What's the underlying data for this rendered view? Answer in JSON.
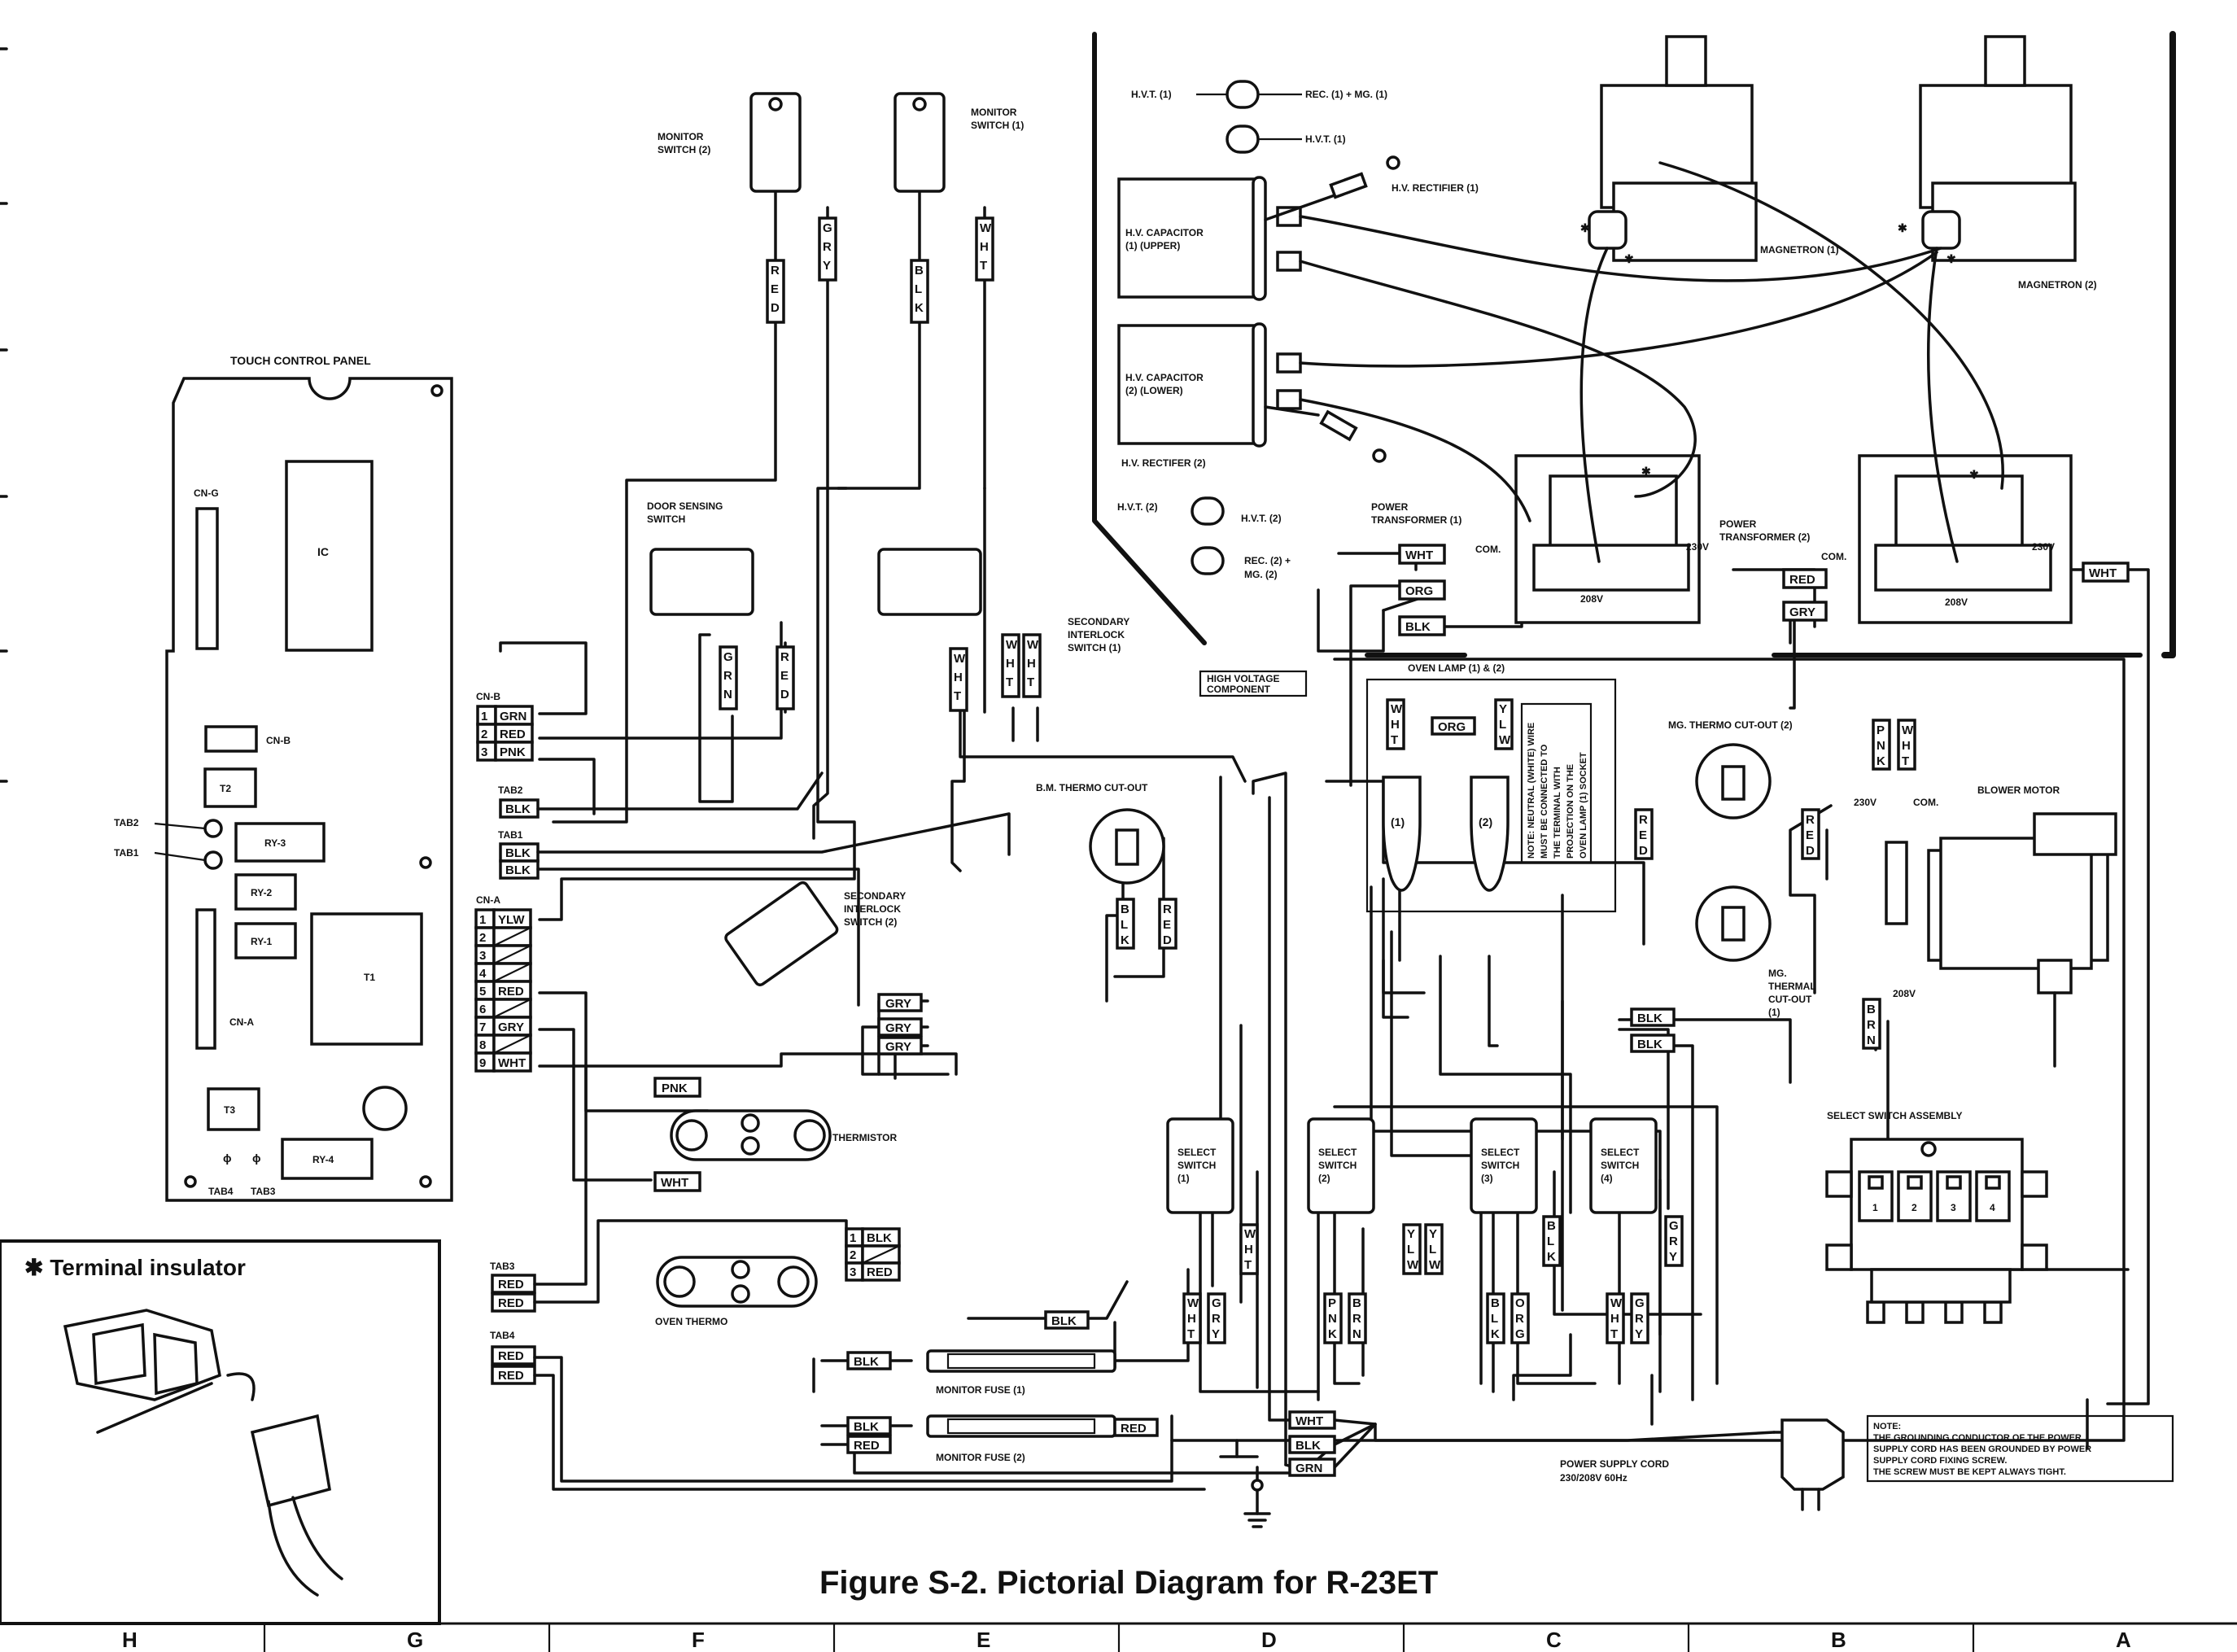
{
  "caption": "Figure S-2.  Pictorial Diagram for R-23ET",
  "labels": {
    "touch_control_panel": "TOUCH CONTROL PANEL",
    "ic": "IC",
    "cn_g": "CN-G",
    "cn_b_board": "CN-B",
    "t2": "T2",
    "tab2": "TAB2",
    "tab1": "TAB1",
    "ry3": "RY-3",
    "ry2": "RY-2",
    "ry1": "RY-1",
    "t1": "T1",
    "cn_a_board": "CN-A",
    "t3": "T3",
    "ry4": "RY-4",
    "tab4": "TAB4",
    "tab3": "TAB3",
    "monitor_switch_2": [
      "MONITOR",
      "SWITCH (2)"
    ],
    "monitor_switch_1": [
      "MONITOR",
      "SWITCH (1)"
    ],
    "door_sensing_switch": [
      "DOOR SENSING",
      "SWITCH"
    ],
    "secondary_interlock_1": [
      "SECONDARY",
      "INTERLOCK",
      "SWITCH (1)"
    ],
    "secondary_interlock_2": [
      "SECONDARY",
      "INTERLOCK",
      "SWITCH (2)"
    ],
    "bm_thermo": "B.M. THERMO CUT-OUT",
    "thermistor": "THERMISTOR",
    "oven_thermo": "OVEN THERMO",
    "monitor_fuse_1": "MONITOR FUSE (1)",
    "monitor_fuse_2": "MONITOR FUSE (2)",
    "oven_lamp": "OVEN LAMP (1) & (2)",
    "lamp_1": "(1)",
    "lamp_2": "(2)",
    "lamp_note": [
      "NOTE: NEUTRAL (WHITE) WIRE",
      "MUST BE CONNECTED TO",
      "THE TERMINAL WITH",
      "PROJECTION ON THE",
      "OVEN LAMP (1) SOCKET"
    ],
    "mg_thermo_2": "MG. THERMO CUT-OUT (2)",
    "mg_thermal_1": [
      "MG.",
      "THERMAL",
      "CUT-OUT",
      "(1)"
    ],
    "blower_motor": "BLOWER MOTOR",
    "select_switch_assembly": "SELECT SWITCH ASSEMBLY",
    "select_switch_numbers": [
      "1",
      "2",
      "3",
      "4"
    ],
    "select_switch": [
      [
        "SELECT",
        "SWITCH",
        "(1)"
      ],
      [
        "SELECT",
        "SWITCH",
        "(2)"
      ],
      [
        "SELECT",
        "SWITCH",
        "(3)"
      ],
      [
        "SELECT",
        "SWITCH",
        "(4)"
      ]
    ],
    "hvt1": "H.V.T. (1)",
    "rec1_mg1": "REC. (1) + MG. (1)",
    "hvt1b": "H.V.T. (1)",
    "hv_rectifier_1": "H.V. RECTIFIER (1)",
    "hv_capacitor_1": [
      "H.V. CAPACITOR",
      "(1) (UPPER)"
    ],
    "hv_capacitor_2": [
      "H.V. CAPACITOR",
      "(2) (LOWER)"
    ],
    "hv_rectifier_2": "H.V. RECTIFER (2)",
    "hvt2": "H.V.T. (2)",
    "hvt2b": "H.V.T. (2)",
    "rec2_mg2": [
      "REC. (2) +",
      "MG. (2)"
    ],
    "power_transformer_1": [
      "POWER",
      "TRANSFORMER (1)"
    ],
    "power_transformer_2": [
      "POWER",
      "TRANSFORMER (2)"
    ],
    "magnetron_1": "MAGNETRON (1)",
    "magnetron_2": "MAGNETRON (2)",
    "high_voltage_component": [
      "HIGH VOLTAGE",
      "COMPONENT"
    ],
    "com": "COM.",
    "v230": "230V",
    "v208": "208V",
    "power_supply_cord": [
      "POWER SUPPLY CORD",
      "230/208V 60Hz"
    ],
    "ground_note": [
      "NOTE:",
      "THE GROUNDING CONDUCTOR OF THE POWER",
      "SUPPLY CORD HAS BEEN GROUNDED BY POWER",
      "SUPPLY CORD FIXING SCREW.",
      "THE SCREW MUST BE KEPT ALWAYS TIGHT."
    ],
    "terminal_insulator": "✱ Terminal insulator",
    "asterisk": "✱",
    "cn_b": "CN-B",
    "cn_a": "CN-A",
    "tab2_conn": "TAB2",
    "tab1_conn": "TAB1",
    "tab3_conn": "TAB3",
    "tab4_conn": "TAB4"
  },
  "connectors": {
    "cn_b_pins": [
      {
        "n": "1",
        "c": "GRN"
      },
      {
        "n": "2",
        "c": "RED"
      },
      {
        "n": "3",
        "c": "PNK"
      }
    ],
    "cn_a_pins": [
      {
        "n": "1",
        "c": "YLW"
      },
      {
        "n": "2",
        "c": ""
      },
      {
        "n": "3",
        "c": ""
      },
      {
        "n": "4",
        "c": ""
      },
      {
        "n": "5",
        "c": "RED"
      },
      {
        "n": "6",
        "c": ""
      },
      {
        "n": "7",
        "c": "GRY"
      },
      {
        "n": "8",
        "c": ""
      },
      {
        "n": "9",
        "c": "WHT"
      }
    ],
    "tab2_wire": "BLK",
    "tab1_wires": [
      "BLK",
      "BLK"
    ],
    "tab3_wires": [
      "RED",
      "RED"
    ],
    "tab4_wires": [
      "RED",
      "RED"
    ],
    "oven_thermo_pins": [
      {
        "n": "1",
        "c": "BLK"
      },
      {
        "n": "2",
        "c": ""
      },
      {
        "n": "3",
        "c": "RED"
      }
    ]
  },
  "wire_tags": {
    "ms2_left": "RED",
    "ms2_right": "GRY",
    "ms1_left": "BLK",
    "ms1_right": "WHT",
    "ds_left": "GRN",
    "ds_right": "RED",
    "si1_a": "WHT",
    "si1_b": "WHT",
    "si1_c": "WHT",
    "si2_a": "GRY",
    "si2_b": "GRY",
    "si2_c": "GRY",
    "bm_left": "BLK",
    "bm_right": "RED",
    "thermistor_top": "PNK",
    "thermistor_bottom": "WHT",
    "fuse1_in": "BLK",
    "fuse_top": "BLK",
    "fuse2_in_a": "BLK",
    "fuse2_in_b": "RED",
    "fuse2_out": "RED",
    "cord_a": "WHT",
    "cord_b": "BLK",
    "cord_c": "GRN",
    "lamp_wht": "WHT",
    "lamp_org": "ORG",
    "lamp_ylw": "YLW",
    "mg2_left": "RED",
    "mg2_right": "RED",
    "mgt1_a": "BLK",
    "mgt1_b": "BLK",
    "pt1_wht": "WHT",
    "pt1_org": "ORG",
    "pt1_blk": "BLK",
    "pt2_red": "RED",
    "pt2_gry": "GRY",
    "pt2_wht": "WHT",
    "bm_pnk": "PNK",
    "bm_wht": "WHT",
    "bm_brn": "BRN",
    "ss1_a": "WHT",
    "ss1_b": "GRY",
    "ss1_c": "WHT",
    "ss2_a": "PNK",
    "ss2_b": "BRN",
    "ss2_c": "YLW",
    "ss2_d": "YLW",
    "ss3_a": "BLK",
    "ss3_b": "ORG",
    "ss3_c": "BLK",
    "ss4_a": "WHT",
    "ss4_b": "GRY",
    "ss4_c": "GRY"
  },
  "grid_columns": [
    "H",
    "G",
    "F",
    "E",
    "D",
    "C",
    "B",
    "A"
  ]
}
